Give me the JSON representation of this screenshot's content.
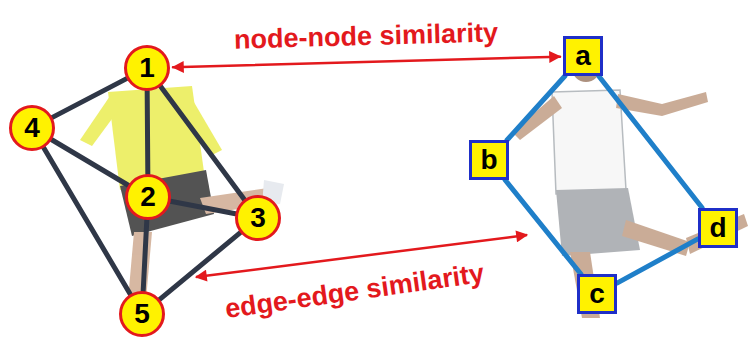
{
  "diagram": {
    "nodes": [
      {
        "text": [
          "1"
        ]
      },
      {
        "text": [
          "2"
        ]
      },
      {
        "text": [
          "3"
        ]
      },
      {
        "text": [
          "4"
        ]
      },
      {
        "text": [
          "5"
        ]
      },
      {
        "text": [
          "a"
        ]
      },
      {
        "text": [
          "b"
        ]
      },
      {
        "text": [
          "c"
        ]
      },
      {
        "text": [
          "d"
        ]
      }
    ],
    "edges": [
      {
        "from": 0,
        "to": 3,
        "arrow": "none"
      },
      {
        "from": 0,
        "to": 1,
        "arrow": "none"
      },
      {
        "from": 0,
        "to": 2,
        "arrow": "none"
      },
      {
        "from": 3,
        "to": 1,
        "arrow": "none"
      },
      {
        "from": 3,
        "to": 4,
        "arrow": "none"
      },
      {
        "from": 1,
        "to": 2,
        "arrow": "none"
      },
      {
        "from": 1,
        "to": 4,
        "arrow": "none"
      },
      {
        "from": 4,
        "to": 2,
        "arrow": "none"
      },
      {
        "from": 5,
        "to": 6,
        "arrow": "none"
      },
      {
        "from": 5,
        "to": 8,
        "arrow": "none"
      },
      {
        "from": 6,
        "to": 7,
        "arrow": "none"
      },
      {
        "from": 7,
        "to": 8,
        "arrow": "none"
      },
      {
        "from": 0,
        "to": 5,
        "arrow": "both",
        "label": "node-node similarity"
      }
    ],
    "labels": [
      "edge-edge similarity"
    ]
  }
}
